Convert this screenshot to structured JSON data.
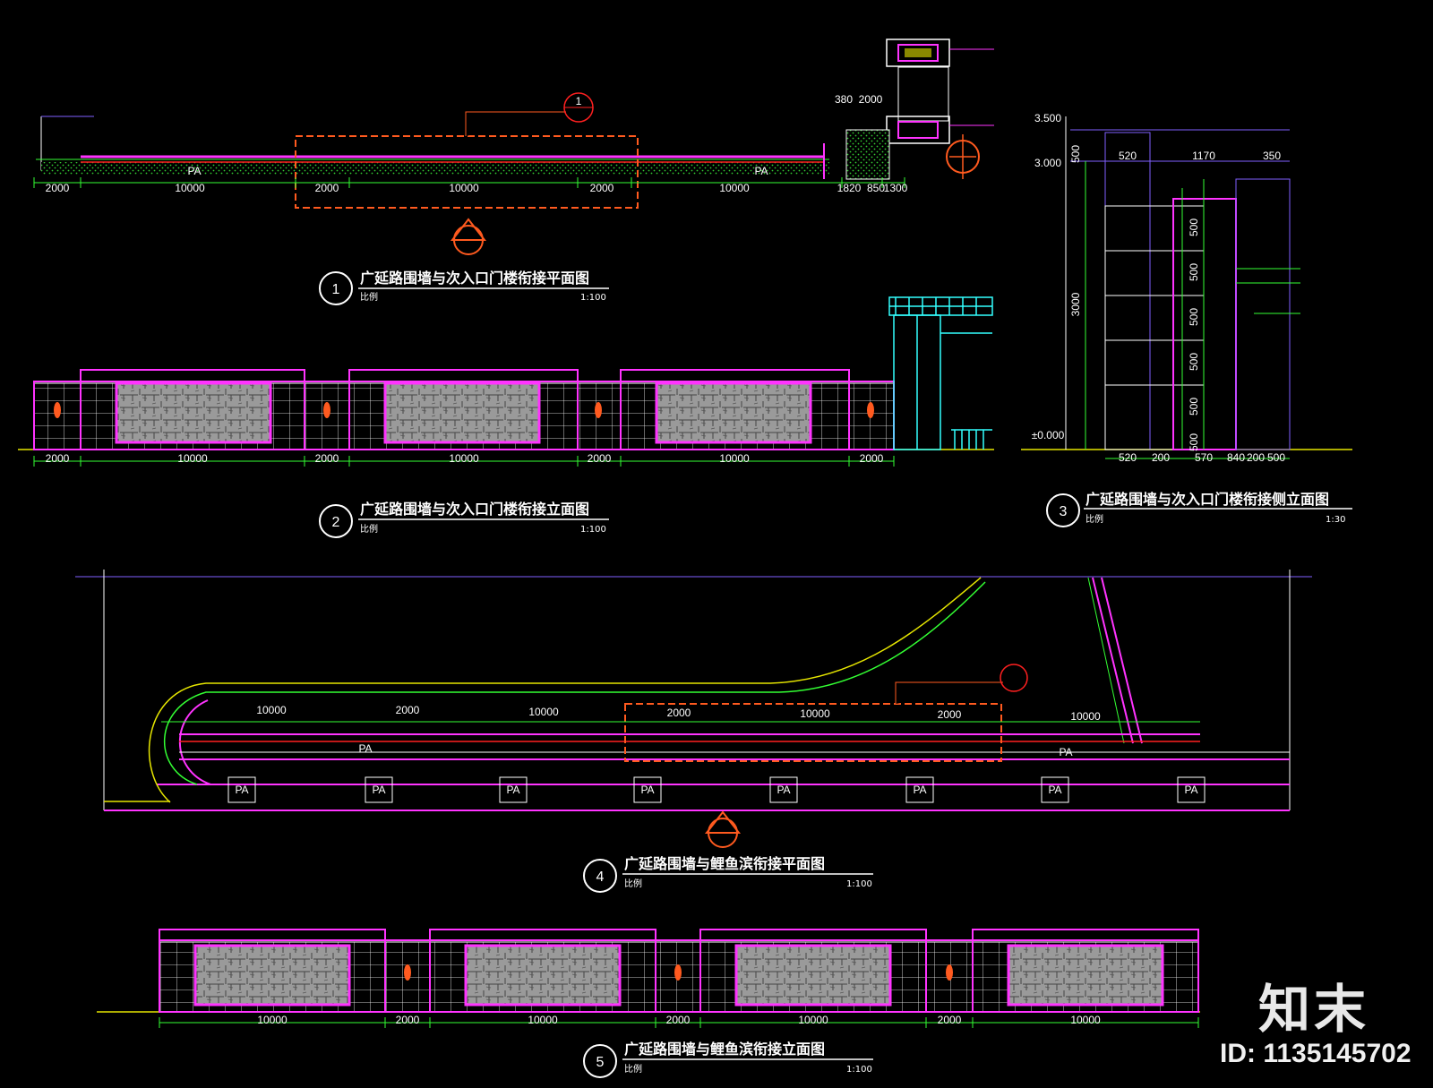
{
  "drawing1": {
    "title": "广延路围墙与次入口门楼衔接平面图",
    "number": "1",
    "scale_label": "比例",
    "scale": "1:100",
    "dims": [
      "2000",
      "10000",
      "2000",
      "10000",
      "2000",
      "10000",
      "1820",
      "850",
      "1300"
    ],
    "small_dims": [
      "380",
      "2000"
    ],
    "pa_labels": [
      "PA",
      "PA"
    ],
    "callout_num": "1"
  },
  "drawing2": {
    "title": "广延路围墙与次入口门楼衔接立面图",
    "number": "2",
    "scale_label": "比例",
    "scale": "1:100",
    "dims": [
      "2000",
      "10000",
      "2000",
      "10000",
      "2000",
      "10000",
      "2000"
    ]
  },
  "drawing3": {
    "title": "广延路围墙与次入口门楼衔接侧立面图",
    "number": "3",
    "scale_label": "比例",
    "scale": "1:30",
    "levels": [
      "3.500",
      "3.000",
      "±0.000"
    ],
    "top_dims": [
      "520",
      "1170",
      "350"
    ],
    "bottom_dims": [
      "520",
      "200",
      "570",
      "840",
      "200",
      "500"
    ],
    "vertical_dims": [
      "500",
      "3000",
      "500",
      "500",
      "500",
      "500",
      "500",
      "500"
    ]
  },
  "drawing4": {
    "title": "广延路围墙与鲤鱼滨衔接平面图",
    "number": "4",
    "scale_label": "比例",
    "scale": "1:100",
    "dims": [
      "10000",
      "2000",
      "10000",
      "2000",
      "10000",
      "2000",
      "10000"
    ],
    "pa_labels": [
      "PA",
      "PA",
      "PA",
      "PA",
      "PA",
      "PA",
      "PA",
      "PA",
      "PA",
      "PA"
    ]
  },
  "drawing5": {
    "title": "广延路围墙与鲤鱼滨衔接立面图",
    "number": "5",
    "scale_label": "比例",
    "scale": "1:100",
    "dims": [
      "10000",
      "2000",
      "10000",
      "2000",
      "10000",
      "2000",
      "10000"
    ]
  },
  "watermark": {
    "logo": "知末",
    "id": "ID: 1135145702"
  },
  "colors": {
    "magenta": "#ff33ff",
    "green": "#33ff33",
    "red": "#ff2020",
    "orange": "#ff5a1f",
    "cyan": "#33ffff",
    "white": "#ffffff",
    "yellow": "#e6e600",
    "purple": "#8060ff",
    "gray": "#a8a8a8"
  }
}
